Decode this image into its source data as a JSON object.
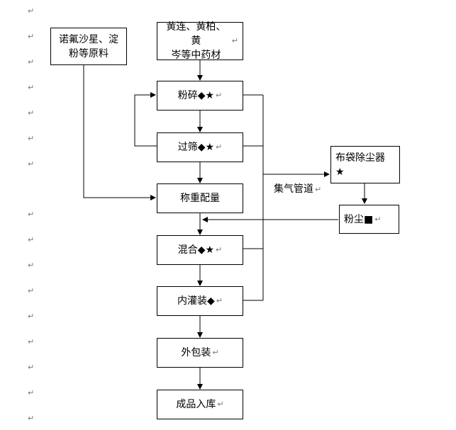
{
  "paragraph_mark": "↵",
  "boxes": {
    "raw_material": "诺氟沙星、淀\n粉等原料",
    "herbs": "黄连、黄柏、黄\n岑等中药材",
    "crush": "粉碎◆★",
    "sieve": "过筛◆★",
    "weigh": "称重配量",
    "mix": "混合◆★",
    "inner_pack": "内灌装◆",
    "outer_pack": "外包装",
    "storage": "成品入库",
    "bag_filter": "布袋除尘器\n★",
    "dust": "粉尘■"
  },
  "labels": {
    "gas_pipe": "集气管道"
  }
}
